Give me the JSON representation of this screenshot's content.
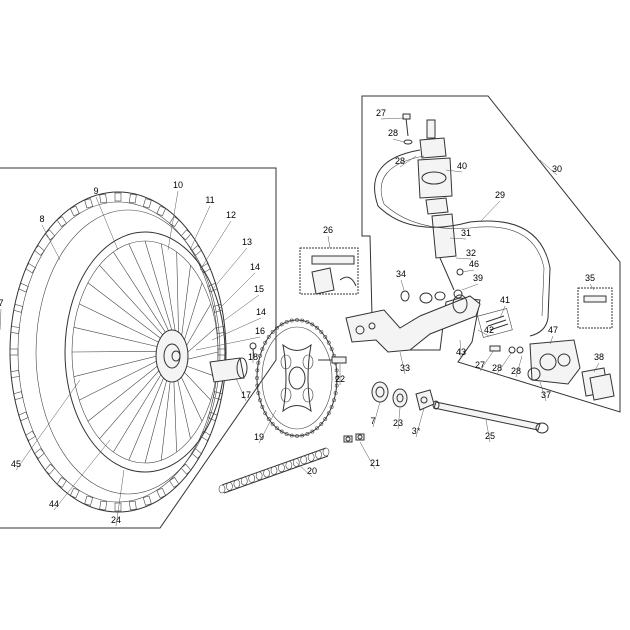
{
  "diagram": {
    "colors": {
      "line": "#333333",
      "background": "#ffffff",
      "fill": "#f4f4f4"
    },
    "callouts": [
      {
        "id": "c7a",
        "text": "7"
      },
      {
        "id": "c8",
        "text": "8"
      },
      {
        "id": "c9",
        "text": "9"
      },
      {
        "id": "c10",
        "text": "10"
      },
      {
        "id": "c11",
        "text": "11"
      },
      {
        "id": "c12",
        "text": "12"
      },
      {
        "id": "c13",
        "text": "13"
      },
      {
        "id": "c14a",
        "text": "14"
      },
      {
        "id": "c15",
        "text": "15"
      },
      {
        "id": "c14b",
        "text": "14"
      },
      {
        "id": "c16",
        "text": "16"
      },
      {
        "id": "c18",
        "text": "18"
      },
      {
        "id": "c17",
        "text": "17"
      },
      {
        "id": "c19",
        "text": "19"
      },
      {
        "id": "c20",
        "text": "20"
      },
      {
        "id": "c21",
        "text": "21"
      },
      {
        "id": "c22",
        "text": "22"
      },
      {
        "id": "c24",
        "text": "24"
      },
      {
        "id": "c44",
        "text": "44"
      },
      {
        "id": "c45",
        "text": "45"
      },
      {
        "id": "c26",
        "text": "26"
      },
      {
        "id": "c27a",
        "text": "27"
      },
      {
        "id": "c28a",
        "text": "28"
      },
      {
        "id": "c28b",
        "text": "28"
      },
      {
        "id": "c40",
        "text": "40"
      },
      {
        "id": "c30",
        "text": "30"
      },
      {
        "id": "c29",
        "text": "29"
      },
      {
        "id": "c31",
        "text": "31"
      },
      {
        "id": "c32",
        "text": "32"
      },
      {
        "id": "c46",
        "text": "46"
      },
      {
        "id": "c39",
        "text": "39"
      },
      {
        "id": "c34",
        "text": "34"
      },
      {
        "id": "c35",
        "text": "35"
      },
      {
        "id": "c41",
        "text": "41"
      },
      {
        "id": "c42",
        "text": "42"
      },
      {
        "id": "c43",
        "text": "43"
      },
      {
        "id": "c33",
        "text": "33"
      },
      {
        "id": "c47",
        "text": "47"
      },
      {
        "id": "c27b",
        "text": "27"
      },
      {
        "id": "c28c",
        "text": "28"
      },
      {
        "id": "c28d",
        "text": "28"
      },
      {
        "id": "c38",
        "text": "38"
      },
      {
        "id": "c37",
        "text": "37"
      },
      {
        "id": "c7b",
        "text": "7"
      },
      {
        "id": "c23",
        "text": "23"
      },
      {
        "id": "c3",
        "text": "3*"
      },
      {
        "id": "c25",
        "text": "25"
      }
    ]
  }
}
